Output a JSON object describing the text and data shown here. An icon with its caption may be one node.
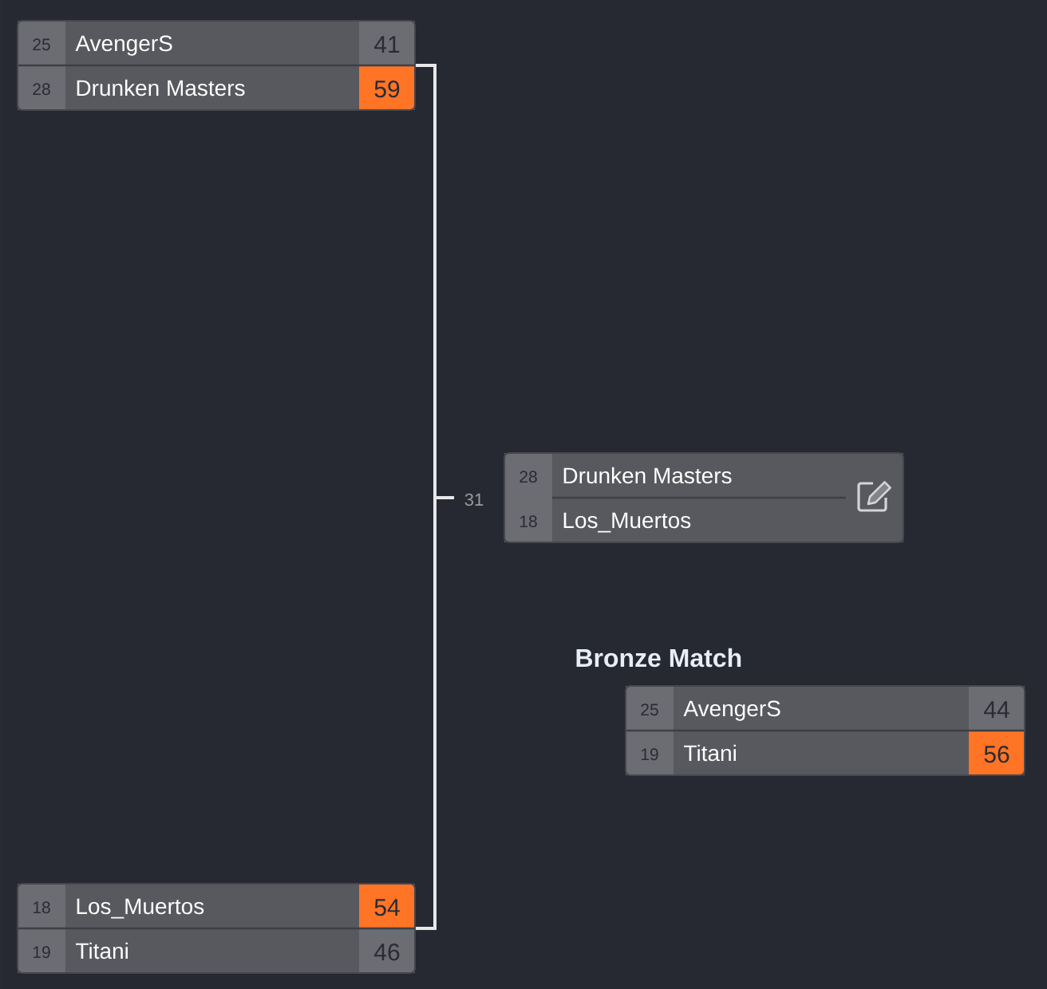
{
  "diagram": {
    "nodes": [
      {
        "text": [],
        "shape": "box"
      },
      {
        "text": [
          "25",
          "AvengerS",
          "41"
        ],
        "in": 0
      },
      {
        "text": [
          "28",
          "Drunken Masters",
          "59"
        ],
        "in": 0
      },
      {
        "text": [],
        "shape": "box",
        "beside": [
          "31"
        ]
      },
      {
        "text": [
          "28",
          "Drunken Masters"
        ],
        "in": 3
      },
      {
        "text": [
          "18",
          "Los_Muertos"
        ],
        "in": 3
      },
      {
        "text": [
          "Bronze Match"
        ]
      },
      {
        "text": [
          "25",
          "AvengerS",
          "44"
        ],
        "in": 6
      },
      {
        "text": [
          "19",
          "Titani",
          "56"
        ],
        "in": 6
      },
      {
        "text": [],
        "shape": "box"
      },
      {
        "text": [
          "18",
          "Los_Muertos",
          "54"
        ],
        "in": 9
      },
      {
        "text": [
          "19",
          "Titani",
          "46"
        ],
        "in": 9
      }
    ],
    "edges": [
      {
        "from": 0,
        "to": 3,
        "arrow": "none"
      },
      {
        "from": 9,
        "to": 3,
        "arrow": "none"
      }
    ]
  }
}
